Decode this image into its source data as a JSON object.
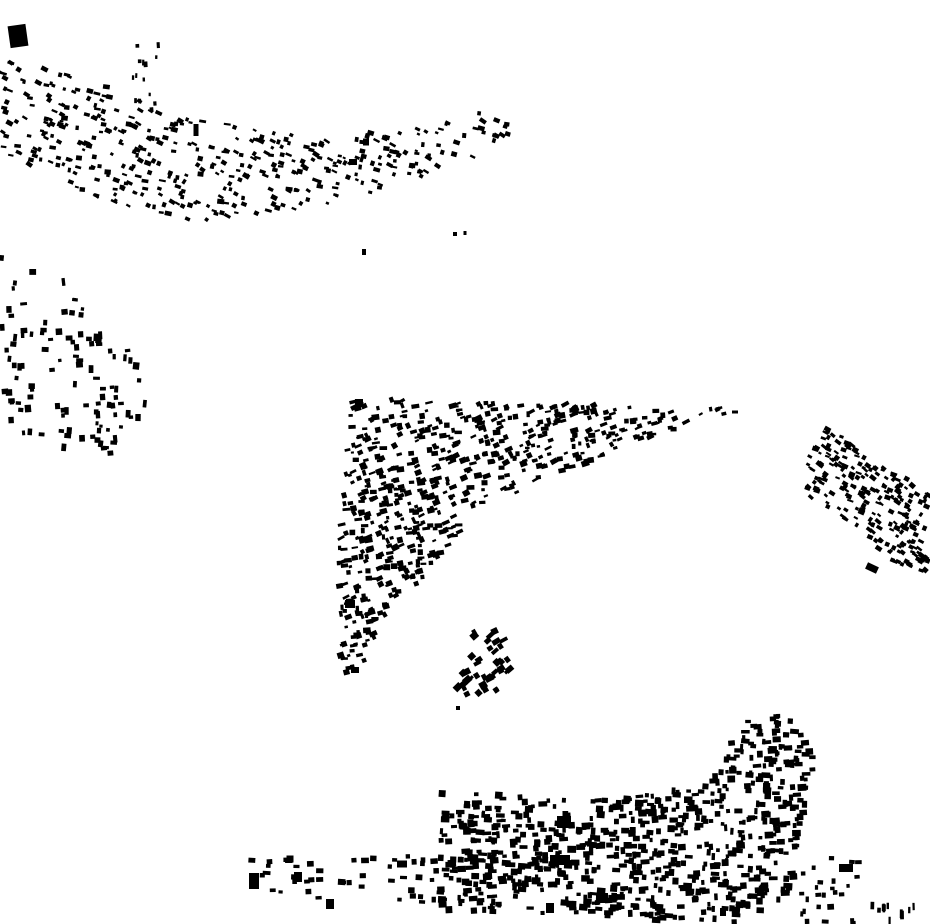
{
  "map": {
    "style": "figure-ground building footprints",
    "colors": {
      "background": "#ffffff",
      "building": "#000000"
    },
    "clusters": [
      {
        "name": "northwest-settlement"
      },
      {
        "name": "west-settlement"
      },
      {
        "name": "central-settlement"
      },
      {
        "name": "central-small-hamlet"
      },
      {
        "name": "east-settlement"
      },
      {
        "name": "south-settlement"
      }
    ]
  }
}
